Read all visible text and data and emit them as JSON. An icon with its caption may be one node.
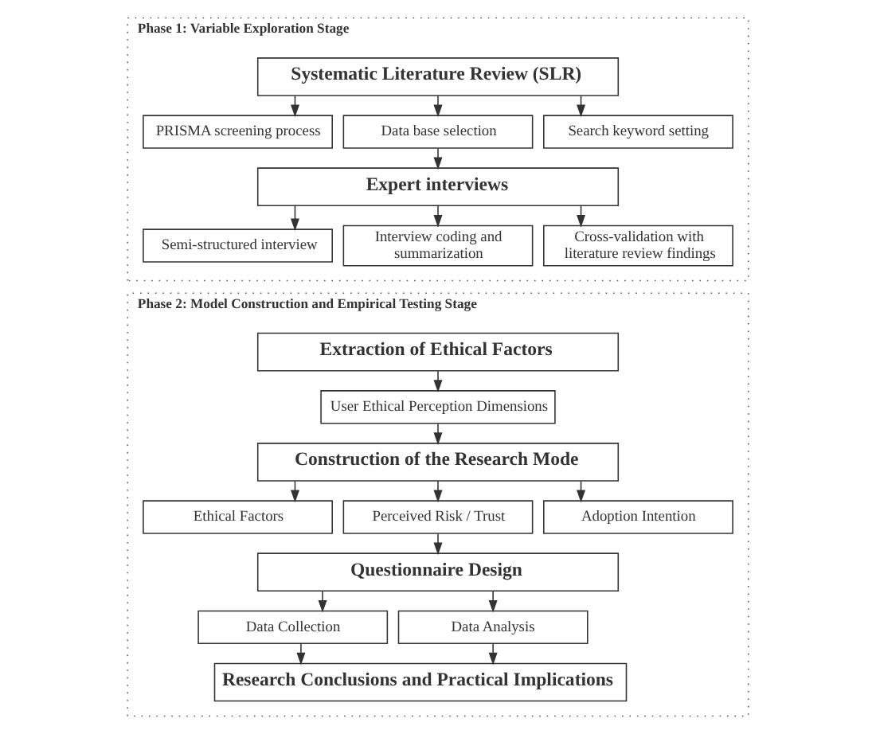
{
  "diagram": {
    "nodes": [
      {
        "text": [
          "Phase 1: Variable Exploration Stage"
        ]
      },
      {
        "text": [
          "Systematic Literature Review (SLR)"
        ],
        "in": 0
      },
      {
        "text": [
          "PRISMA screening process"
        ],
        "in": 0
      },
      {
        "text": [
          "Data base selection"
        ],
        "in": 0
      },
      {
        "text": [
          "Search keyword setting"
        ],
        "in": 0
      },
      {
        "text": [
          "Expert interviews"
        ],
        "in": 0
      },
      {
        "text": [
          "Semi-structured interview"
        ],
        "in": 0
      },
      {
        "text": [
          "Interview coding and summarization"
        ],
        "in": 0
      },
      {
        "text": [
          "Cross-validation with literature review findings"
        ],
        "in": 0
      },
      {
        "text": [
          "Phase 2: Model Construction and Empirical Testing Stage"
        ]
      },
      {
        "text": [
          "Extraction of Ethical Factors"
        ],
        "in": 9
      },
      {
        "text": [
          "User Ethical Perception Dimensions"
        ],
        "in": 9
      },
      {
        "text": [
          "Construction of the Research Mode"
        ],
        "in": 9
      },
      {
        "text": [
          "Ethical Factors"
        ],
        "in": 9
      },
      {
        "text": [
          "Perceived Risk / Trust"
        ],
        "in": 9
      },
      {
        "text": [
          "Adoption Intention"
        ],
        "in": 9
      },
      {
        "text": [
          "Questionnaire Design"
        ],
        "in": 9
      },
      {
        "text": [
          "Data Collection"
        ],
        "in": 9
      },
      {
        "text": [
          "Data Analysis"
        ],
        "in": 9
      },
      {
        "text": [
          "Research Conclusions and Practical Implications"
        ],
        "in": 9
      }
    ],
    "edges": [
      {
        "from": 1,
        "to": 2,
        "arrow": "to"
      },
      {
        "from": 1,
        "to": 3,
        "arrow": "to"
      },
      {
        "from": 1,
        "to": 4,
        "arrow": "to"
      },
      {
        "from": 3,
        "to": 5,
        "arrow": "to"
      },
      {
        "from": 5,
        "to": 6,
        "arrow": "to"
      },
      {
        "from": 5,
        "to": 7,
        "arrow": "to"
      },
      {
        "from": 5,
        "to": 8,
        "arrow": "to"
      },
      {
        "from": 10,
        "to": 11,
        "arrow": "to"
      },
      {
        "from": 11,
        "to": 12,
        "arrow": "to"
      },
      {
        "from": 12,
        "to": 13,
        "arrow": "to"
      },
      {
        "from": 12,
        "to": 14,
        "arrow": "to"
      },
      {
        "from": 12,
        "to": 15,
        "arrow": "to"
      },
      {
        "from": 14,
        "to": 16,
        "arrow": "to"
      },
      {
        "from": 16,
        "to": 17,
        "arrow": "to"
      },
      {
        "from": 16,
        "to": 18,
        "arrow": "to"
      },
      {
        "from": 17,
        "to": 19,
        "arrow": "to"
      },
      {
        "from": 18,
        "to": 19,
        "arrow": "to"
      }
    ]
  }
}
